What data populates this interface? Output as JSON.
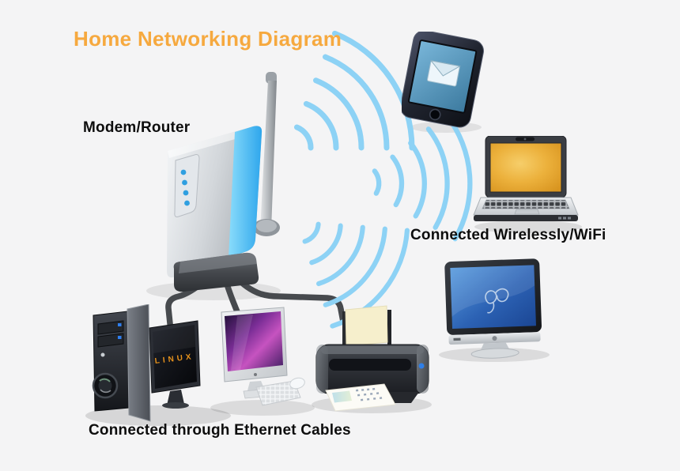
{
  "title": "Home Networking Diagram",
  "labels": {
    "modem_router": "Modem/Router",
    "wireless": "Connected Wirelessly/WiFi",
    "wired": "Connected through Ethernet Cables"
  },
  "desktop": {
    "screen_text": "LINUX"
  },
  "icons": {
    "tablet_screen": "email-envelope-icon",
    "wireless_signal": "wifi-waves-icon"
  },
  "colors": {
    "background": "#f4f4f5",
    "title_orange": "#F6A93F",
    "label_black": "#0d0d0d",
    "wifi_blue": "#8DD2F5",
    "cable_gray": "#474A4E",
    "router_stripe_blue": "#3FB3F0",
    "router_led_blue": "#2F9FE0",
    "laptop_screen_gold": "#E2A32E",
    "tv_screen_blue": "#2F6CB4",
    "imac_screen_purple": "#A04FB8",
    "printer_paper_cream": "#F6EFCC",
    "desktop_screen_text_orange": "#E8931C"
  }
}
